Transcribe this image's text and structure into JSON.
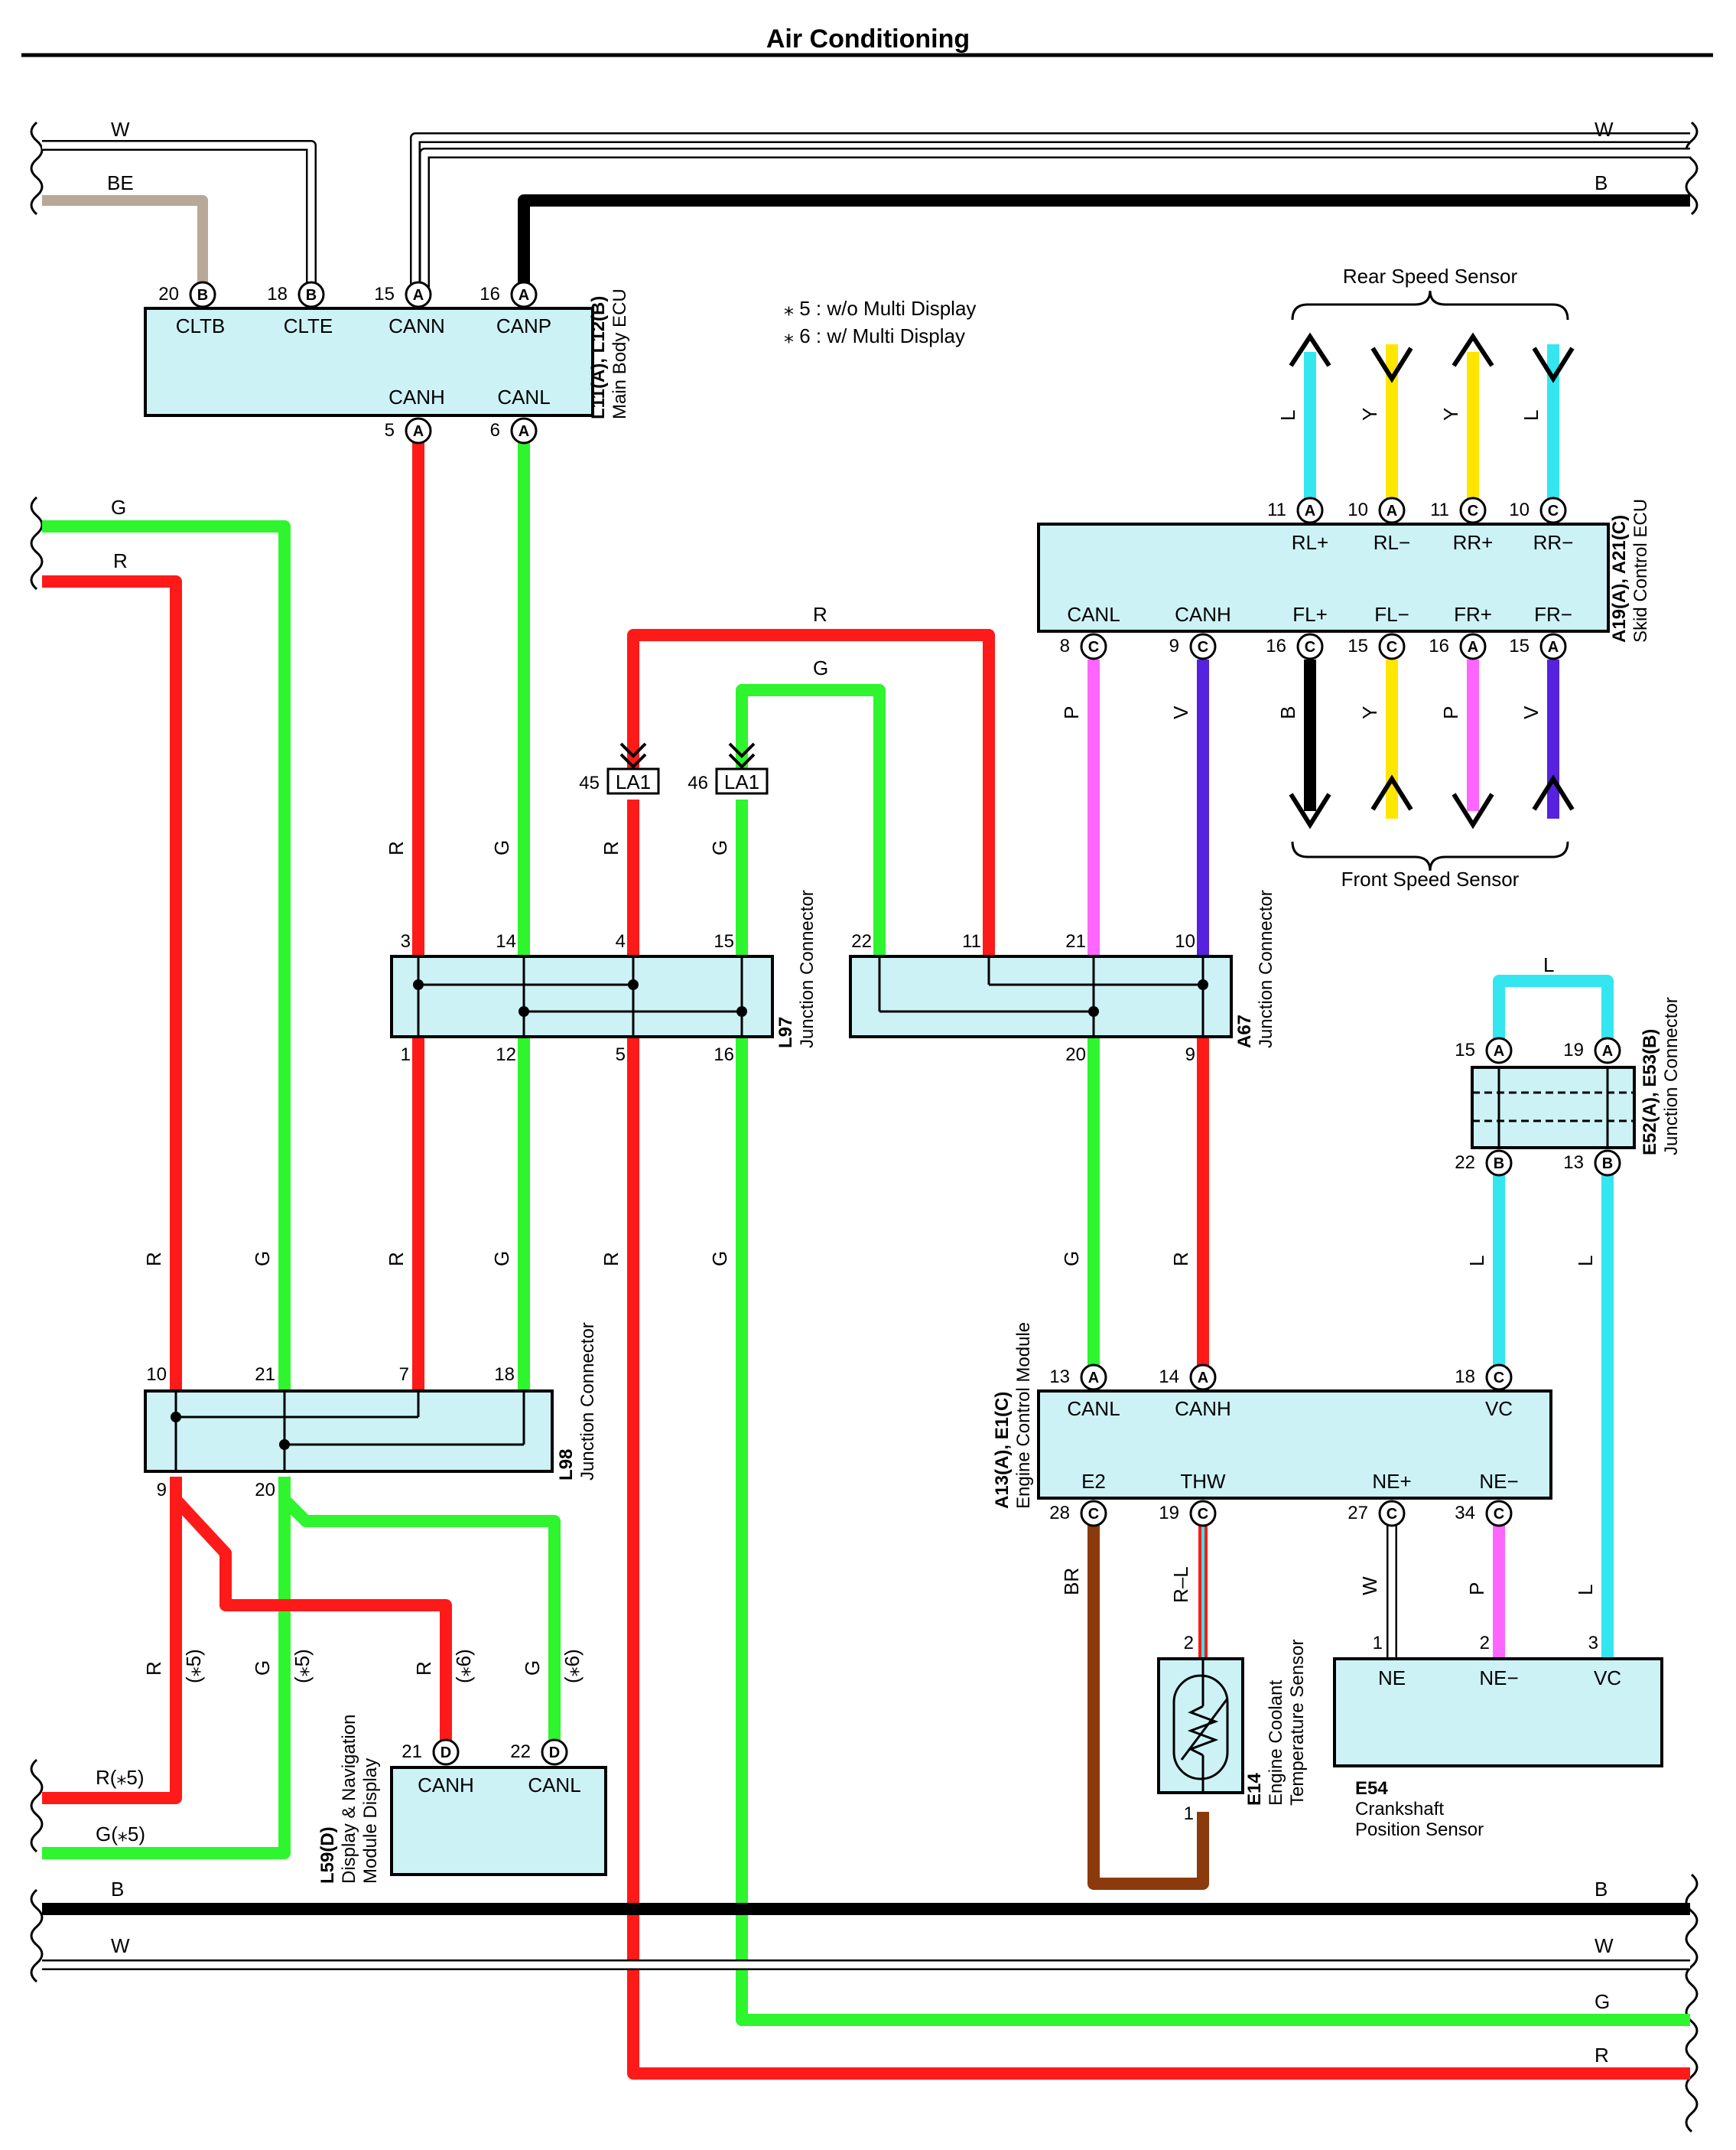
{
  "title": "Air Conditioning",
  "notes": [
    "⁎ 5 : w/o Multi Display",
    "⁎ 6 : w/ Multi Display"
  ],
  "colors": {
    "R": "#ff1a1a",
    "G": "#2ef52e",
    "B": "#000000",
    "W": "#ffffff",
    "BE": "#b8a898",
    "L": "#33e6f0",
    "Y": "#ffe600",
    "P": "#ff66ff",
    "V": "#5522dd",
    "BR": "#8b3a0e",
    "box": "#ccf2f6"
  },
  "components": {
    "main_body_ecu": {
      "id": "L11(A), L12(B)",
      "name": "Main Body ECU",
      "top_pins": [
        {
          "num": "20",
          "conn": "B",
          "label": "CLTB"
        },
        {
          "num": "18",
          "conn": "B",
          "label": "CLTE"
        },
        {
          "num": "15",
          "conn": "A",
          "label": "CANN"
        },
        {
          "num": "16",
          "conn": "A",
          "label": "CANP"
        }
      ],
      "bottom_pins": [
        {
          "num": "5",
          "conn": "A",
          "label": "CANH"
        },
        {
          "num": "6",
          "conn": "A",
          "label": "CANL"
        }
      ]
    },
    "skid_control_ecu": {
      "id": "A19(A), A21(C)",
      "name": "Skid Control ECU",
      "top_pins": [
        {
          "num": "11",
          "conn": "A",
          "label": "RL+"
        },
        {
          "num": "10",
          "conn": "A",
          "label": "RL−"
        },
        {
          "num": "11",
          "conn": "C",
          "label": "RR+"
        },
        {
          "num": "10",
          "conn": "C",
          "label": "RR−"
        }
      ],
      "bottom_pins": [
        {
          "num": "8",
          "conn": "C",
          "label": "CANL"
        },
        {
          "num": "9",
          "conn": "C",
          "label": "CANH"
        },
        {
          "num": "16",
          "conn": "C",
          "label": "FL+"
        },
        {
          "num": "15",
          "conn": "C",
          "label": "FL−"
        },
        {
          "num": "16",
          "conn": "A",
          "label": "FR+"
        },
        {
          "num": "15",
          "conn": "A",
          "label": "FR−"
        }
      ]
    },
    "rear_speed_sensor": "Rear Speed Sensor",
    "front_speed_sensor": "Front Speed Sensor",
    "l97": {
      "id": "L97",
      "name": "Junction Connector",
      "top_pins": [
        "3",
        "14",
        "4",
        "15"
      ],
      "bottom_pins": [
        "1",
        "12",
        "5",
        "16"
      ]
    },
    "a67": {
      "id": "A67",
      "name": "Junction Connector",
      "top_pins": [
        "22",
        "11",
        "21",
        "10"
      ],
      "bottom_pins": [
        "20",
        "9"
      ]
    },
    "l98": {
      "id": "L98",
      "name": "Junction Connector",
      "top_pins": [
        "10",
        "21",
        "7",
        "18"
      ],
      "bottom_pins": [
        "9",
        "20"
      ]
    },
    "e52_e53": {
      "id": "E52(A), E53(B)",
      "name": "Junction Connector",
      "top_pins": [
        {
          "num": "15",
          "conn": "A"
        },
        {
          "num": "19",
          "conn": "A"
        }
      ],
      "bottom_pins": [
        {
          "num": "22",
          "conn": "B"
        },
        {
          "num": "13",
          "conn": "B"
        }
      ]
    },
    "ecm": {
      "id": "A13(A), E1(C)",
      "name": "Engine Control Module",
      "top_pins": [
        {
          "num": "13",
          "conn": "A",
          "label": "CANL"
        },
        {
          "num": "14",
          "conn": "A",
          "label": "CANH"
        },
        {
          "num": "18",
          "conn": "C",
          "label": "VC"
        }
      ],
      "bottom_pins": [
        {
          "num": "28",
          "conn": "C",
          "label": "E2"
        },
        {
          "num": "19",
          "conn": "C",
          "label": "THW"
        },
        {
          "num": "27",
          "conn": "C",
          "label": "NE+"
        },
        {
          "num": "34",
          "conn": "C",
          "label": "NE−"
        }
      ]
    },
    "display": {
      "id": "L59(D)",
      "name_line1": "Display & Navigation",
      "name_line2": "Module Display",
      "pins": [
        {
          "num": "21",
          "conn": "D",
          "label": "CANH"
        },
        {
          "num": "22",
          "conn": "D",
          "label": "CANL"
        }
      ]
    },
    "e14": {
      "id": "E14",
      "name_line1": "Engine Coolant",
      "name_line2": "Temperature Sensor",
      "pin_top": "2",
      "pin_bottom": "1"
    },
    "e54": {
      "id": "E54",
      "name_line1": "Crankshaft",
      "name_line2": "Position Sensor",
      "pins": [
        {
          "num": "1",
          "label": "NE"
        },
        {
          "num": "2",
          "label": "NE−"
        },
        {
          "num": "3",
          "label": "VC"
        }
      ]
    },
    "la1": [
      {
        "pin": "45",
        "label": "LA1"
      },
      {
        "pin": "46",
        "label": "LA1"
      }
    ]
  },
  "wire_labels": {
    "W": "W",
    "BE": "BE",
    "B": "B",
    "G": "G",
    "R": "R",
    "L": "L",
    "Y": "Y",
    "P": "P",
    "V": "V",
    "BR": "BR",
    "RL": "R–L",
    "R5": "R(⁎5)",
    "G5": "G(⁎5)",
    "s5": "(⁎5)",
    "s6": "(⁎6)"
  }
}
